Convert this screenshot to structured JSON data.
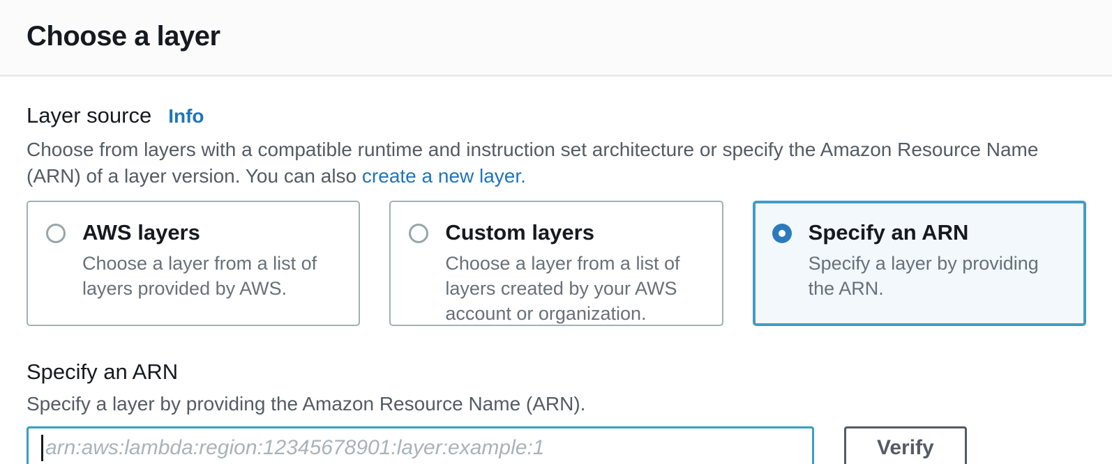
{
  "header": {
    "title": "Choose a layer"
  },
  "layer_source": {
    "label": "Layer source",
    "info_link": "Info",
    "description_before_link": "Choose from layers with a compatible runtime and instruction set architecture or specify the Amazon Resource Name (ARN) of a layer version. You can also ",
    "link_text": "create a new layer.",
    "options": [
      {
        "title": "AWS layers",
        "description": "Choose a layer from a list of layers provided by AWS.",
        "selected": false
      },
      {
        "title": "Custom layers",
        "description": "Choose a layer from a list of layers created by your AWS account or organization.",
        "selected": false
      },
      {
        "title": "Specify an ARN",
        "description": "Specify a layer by providing the ARN.",
        "selected": true
      }
    ]
  },
  "arn_section": {
    "title": "Specify an ARN",
    "description": "Specify a layer by providing the Amazon Resource Name (ARN).",
    "input_value": "",
    "input_placeholder": "arn:aws:lambda:region:12345678901:layer:example:1",
    "verify_button": "Verify"
  },
  "colors": {
    "link_blue": "#2074bb",
    "selected_card_border": "#449bc6",
    "selected_card_bg": "#f2f8fc",
    "radio_checked_fill": "#2b7abd",
    "input_focus_border": "#36a0c2",
    "card_border": "#a4afb1",
    "body_gray": "#545b64",
    "card_desc_gray": "#687078",
    "dark_text": "#16191f"
  }
}
